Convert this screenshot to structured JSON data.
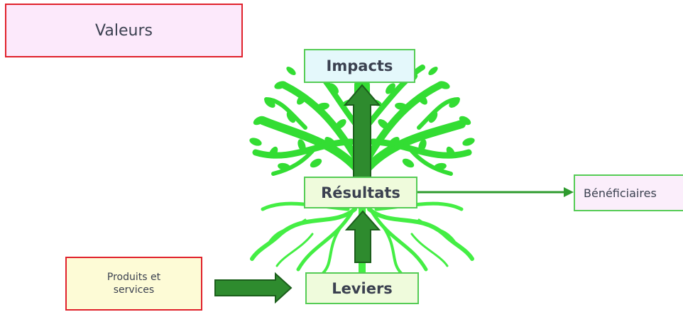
{
  "nodes": {
    "valeurs": "Valeurs",
    "impacts": "Impacts",
    "resultats": "Résultats",
    "leviers": "Leviers",
    "produits": "Produits et services",
    "beneficiaires": "Bénéficiaires"
  },
  "colors": {
    "tree_green": "#33dd33",
    "arrow_green": "#2e8b2e",
    "arrow_stroke": "#1b5e1b",
    "red_border": "#e0212b",
    "green_border": "#55cc55"
  }
}
